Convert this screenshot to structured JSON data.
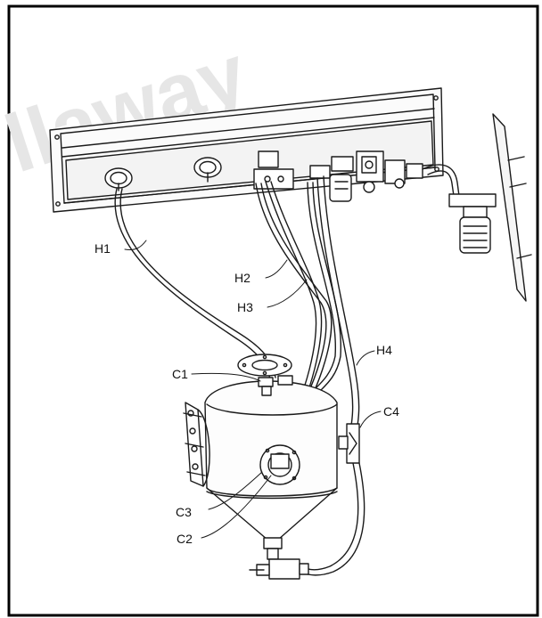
{
  "watermark": "llaway",
  "labels": {
    "h1": "H1",
    "h2": "H2",
    "h3": "H3",
    "h4": "H4",
    "c1": "C1",
    "c2": "C2",
    "c3": "C3",
    "c4": "C4"
  },
  "colors": {
    "line": "#1a1a1a",
    "frame": "#000000",
    "background": "#ffffff",
    "watermark": "#e6e6e6"
  }
}
